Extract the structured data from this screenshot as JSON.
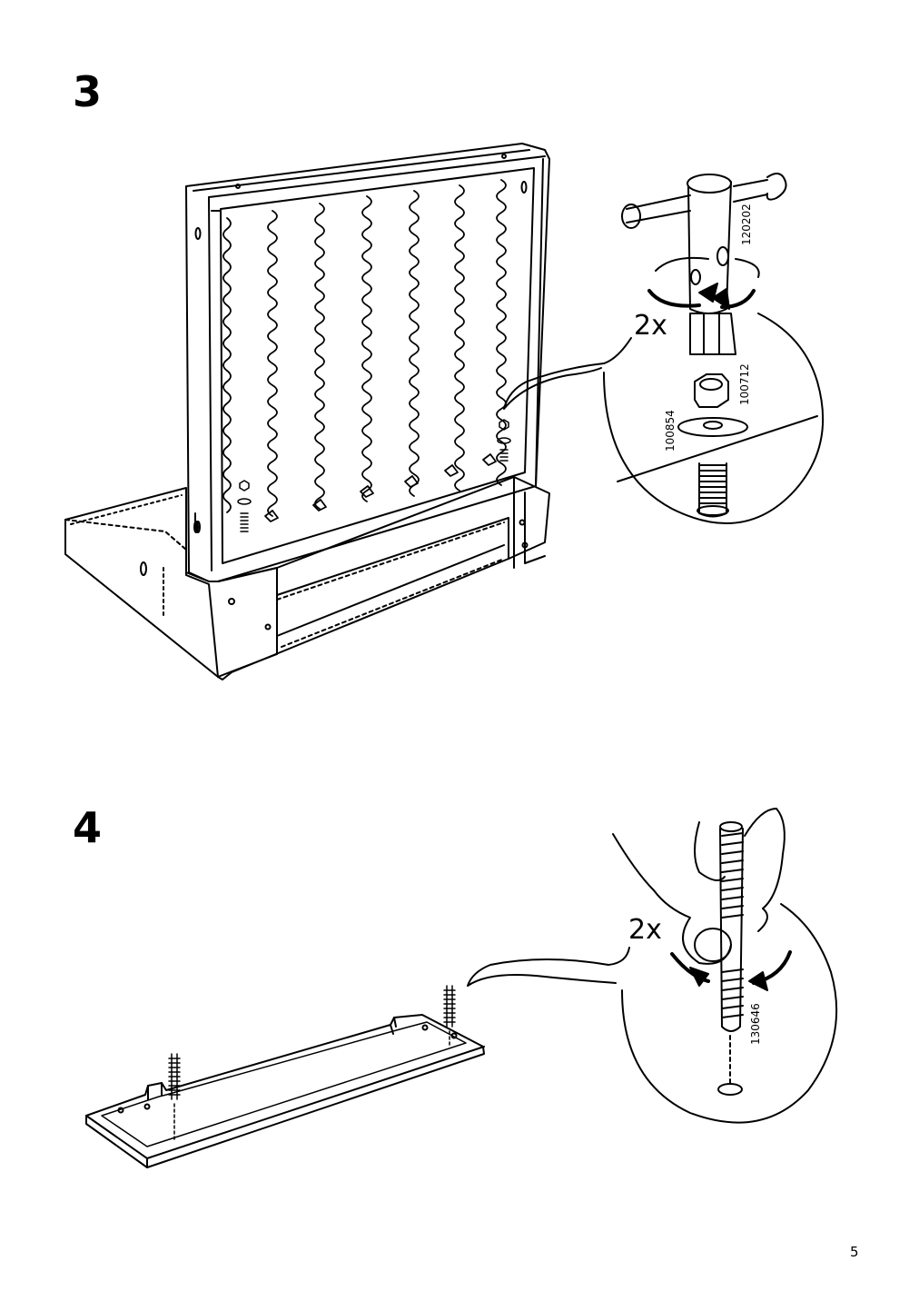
{
  "steps": [
    {
      "number": "3",
      "quantity": "2x",
      "parts": [
        "120202",
        "100712",
        "100854"
      ]
    },
    {
      "number": "4",
      "quantity": "2x",
      "parts": [
        "130646"
      ]
    }
  ],
  "page_number": "5"
}
